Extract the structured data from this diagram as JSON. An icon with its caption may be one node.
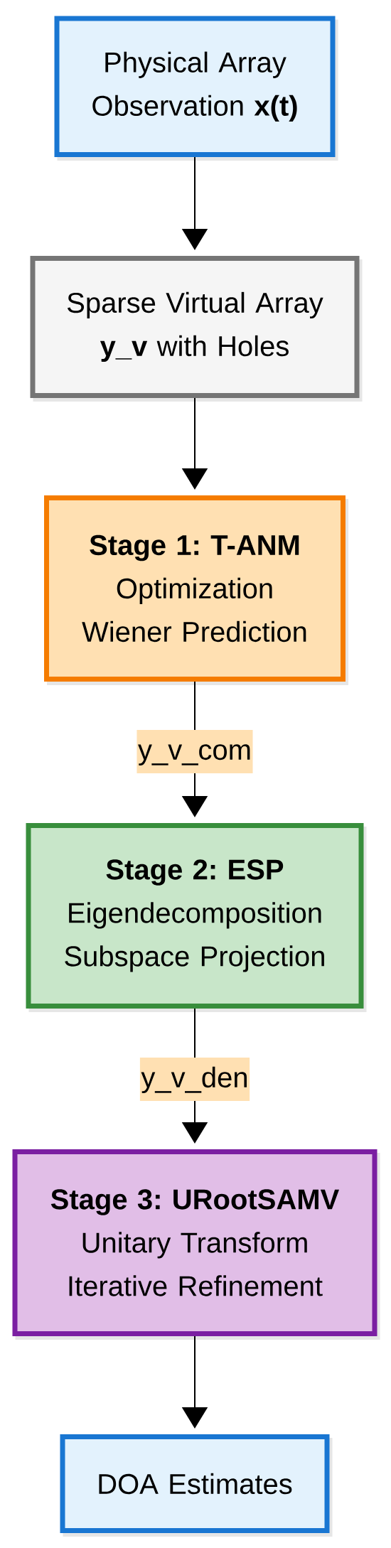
{
  "diagram": {
    "nodes": [
      {
        "text": [
          "Physical Array Observation **x(t)**"
        ]
      },
      {
        "text": [
          "Sparse Virtual Array **y_v** with Holes"
        ]
      },
      {
        "text": [
          "Stage 1: T-ANM",
          "Optimization",
          "Wiener Prediction"
        ]
      },
      {
        "text": [
          "Stage 2: ESP",
          "Eigendecomposition",
          "Subspace Projection"
        ]
      },
      {
        "text": [
          "Stage 3: URootSAMV",
          "Unitary Transform",
          "Iterative Refinement"
        ]
      },
      {
        "text": [
          "DOA Estimates"
        ]
      }
    ],
    "edges": [
      {
        "from": 0,
        "to": 1,
        "arrow": "to"
      },
      {
        "from": 1,
        "to": 2,
        "arrow": "to"
      },
      {
        "from": 2,
        "to": 3,
        "arrow": "to",
        "label": "y_v_com"
      },
      {
        "from": 3,
        "to": 4,
        "arrow": "to",
        "label": "y_v_den"
      },
      {
        "from": 4,
        "to": 5,
        "arrow": "to"
      }
    ]
  }
}
